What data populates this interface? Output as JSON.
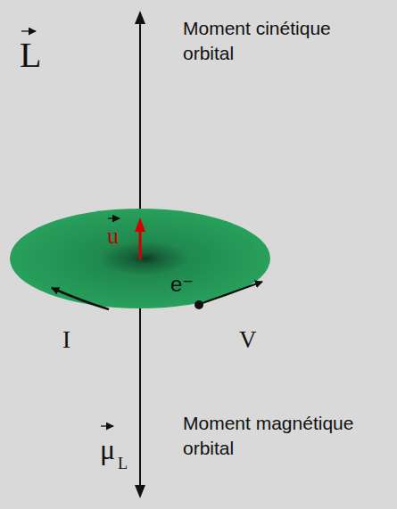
{
  "diagram": {
    "labels": [
      "L",
      "Moment cinétique orbital",
      "u",
      "e⁻",
      "I",
      "V",
      "μ",
      "L",
      "Moment magnétique orbital"
    ]
  }
}
